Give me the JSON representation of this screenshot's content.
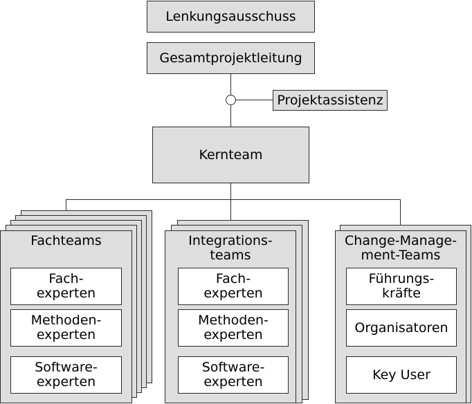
{
  "top": {
    "steering": "Lenkungsausschuss",
    "lead": "Gesamtprojektleitung",
    "assistant": "Projektassistenz",
    "core": "Kernteam"
  },
  "groups": {
    "fach": {
      "title": "Fachteams",
      "items": [
        "Fach-\nexperten",
        "Methoden-\nexperten",
        "Software-\nexperten"
      ]
    },
    "integration": {
      "title": "Integrations-\nteams",
      "items": [
        "Fach-\nexperten",
        "Methoden-\nexperten",
        "Software-\nexperten"
      ]
    },
    "change": {
      "title": "Change-Manage-\nment-Teams",
      "items": [
        "Führungs-\nkräfte",
        "Organisatoren",
        "Key User"
      ]
    }
  }
}
